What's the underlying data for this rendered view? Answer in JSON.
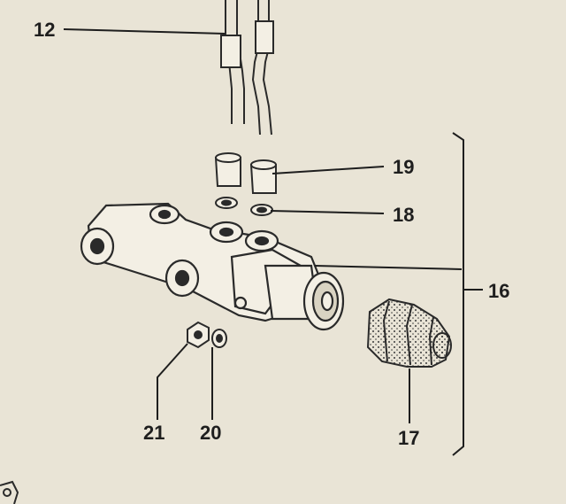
{
  "diagram": {
    "callouts": {
      "c12": "12",
      "c19": "19",
      "c18": "18",
      "c16": "16",
      "c17": "17",
      "c21": "21",
      "c20": "20"
    },
    "colors": {
      "paper": "#e9e4d6",
      "ink": "#2a2a2a",
      "fill": "#f3efe4"
    }
  }
}
